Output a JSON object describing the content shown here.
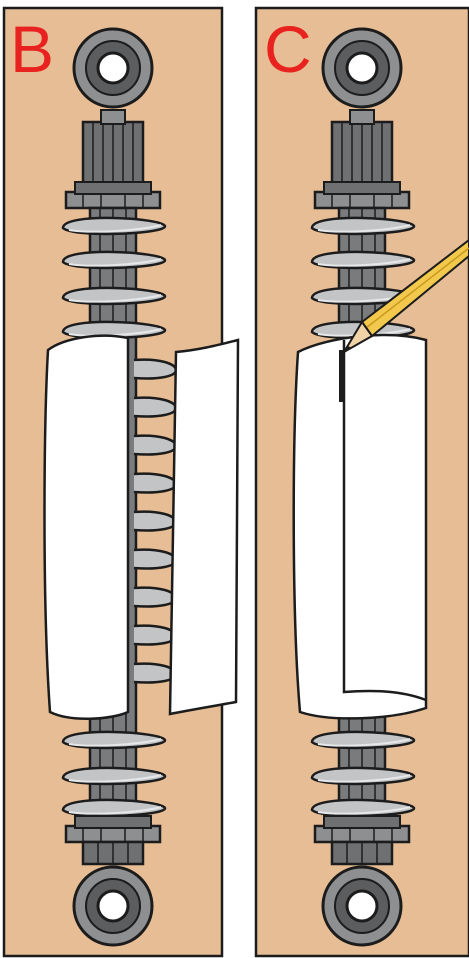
{
  "panels": [
    {
      "letter": "B"
    },
    {
      "letter": "C"
    }
  ],
  "colors": {
    "background": "#e7bd95",
    "outline": "#1c1c1c",
    "label": "#e8231f",
    "spring": "#c2c4c6",
    "body_dark": "#7a7b7d",
    "body_mid": "#9c9d9f",
    "paper": "#ffffff",
    "pencil": "#f2c94c"
  },
  "icons": [
    "shock-absorber",
    "paper-wrap",
    "pencil-icon"
  ]
}
